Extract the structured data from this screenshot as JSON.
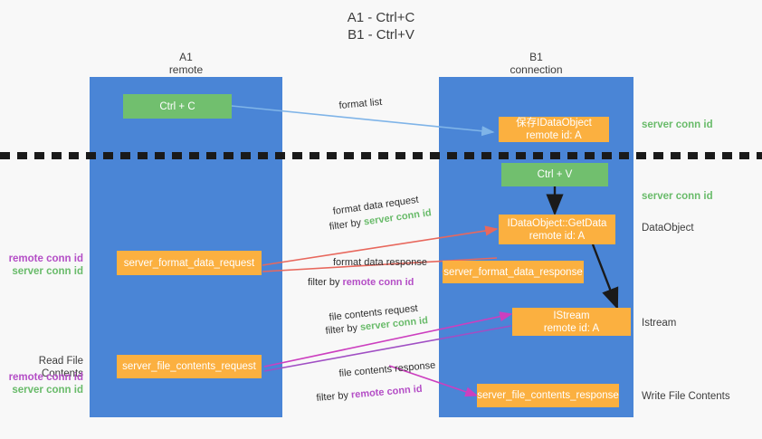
{
  "title": "A1 - Ctrl+C\nB1 - Ctrl+V",
  "columns": {
    "a1": {
      "label": "A1\nremote"
    },
    "b1": {
      "label": "B1\nconnection"
    }
  },
  "nodes": {
    "ctrl_c": "Ctrl + C",
    "save_idataobject": "保存IDataObject\nremote id: A",
    "ctrl_v": "Ctrl + V",
    "getdata": "IDataObject::GetData\nremote id: A",
    "server_format_data_request": "server_format_data_request",
    "server_format_data_response": "server_format_data_response",
    "istream": "IStream\nremote id: A",
    "server_file_contents_request": "server_file_contents_request",
    "server_file_contents_response": "server_file_contents_response"
  },
  "right_labels": {
    "server_conn_id_1": "server conn id",
    "server_conn_id_2": "server conn id",
    "dataobject": "DataObject",
    "istream": "Istream",
    "write_file_contents": "Write File Contents"
  },
  "left_labels": {
    "remote_conn_id_1": "remote conn id",
    "server_conn_id_1": "server conn id",
    "read_file_contents": "Read File Contents",
    "remote_conn_id_2": "remote conn id",
    "server_conn_id_2": "server conn id"
  },
  "edges": {
    "format_list": "format list",
    "format_data_request": "format data request",
    "format_data_request_filter_prefix": "filter by ",
    "format_data_request_filter_value": "server conn id",
    "format_data_response": "format data response",
    "format_data_response_filter_prefix": "filter by ",
    "format_data_response_filter_value": "remote conn id",
    "file_contents_request": "file contents request",
    "file_contents_request_filter_prefix": "filter by ",
    "file_contents_request_filter_value": "server conn id",
    "file_contents_response": "file contents response",
    "file_contents_response_filter_prefix": "filter by ",
    "file_contents_response_filter_value": "remote conn id"
  },
  "colors": {
    "column_blue": "#4a85d6",
    "node_orange": "#fbb040",
    "node_green": "#71bf6e",
    "accent_green_text": "#69bb6a",
    "accent_purple_text": "#b44ec6",
    "arrow_light_blue": "#7fb4e8",
    "arrow_red": "#e8685d",
    "arrow_magenta": "#cc3fbf",
    "arrow_purple": "#a04fc4",
    "arrow_black": "#1a1a1a"
  }
}
